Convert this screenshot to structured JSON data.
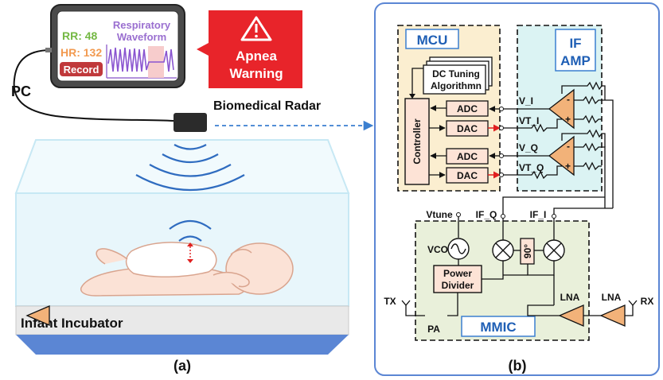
{
  "colors": {
    "mcu_fill": "#fbeed0",
    "if_amp_fill": "#dbf3f3",
    "mmic_fill": "#e9f0da",
    "amp_triangle": "#f2b279",
    "block_fill": "#fde3d6",
    "warning_red": "#e8242a",
    "rr_green": "#74b843",
    "hr_orange": "#f29a50",
    "record_red": "#c0393b",
    "waveform_purple": "#9a6fd0",
    "arrow_blue": "#3b7fd0",
    "wave_blue": "#2f6cc0",
    "incubator_blue": "#5b86d4",
    "red_arrow": "#e02020"
  },
  "panel_a": {
    "pc_label": "PC",
    "monitor": {
      "rr_label": "RR: 48",
      "hr_label": "HR: 132",
      "record_label": "Record",
      "waveform_line1": "Respiratory",
      "waveform_line2": "Waveform"
    },
    "warning": {
      "icon": "warning-triangle-icon",
      "line1": "Apnea",
      "line2": "Warning"
    },
    "radar_label": "Biomedical Radar",
    "incubator_label": "Infant Incubator",
    "caption": "(a)"
  },
  "panel_b": {
    "mcu_title": "MCU",
    "if_amp_line1": "IF",
    "if_amp_line2": "AMP",
    "dc_tuning_line1": "DC Tuning",
    "dc_tuning_line2": "Algorithmn",
    "controller": "Controller",
    "adc": "ADC",
    "dac": "DAC",
    "v_i": "V_I",
    "vt_i": "VT_I",
    "v_q": "V_Q",
    "vt_q": "VT_Q",
    "vtune": "Vtune",
    "if_q": "IF_Q",
    "if_i": "IF_I",
    "vco": "VCO",
    "phase_shift": "90°",
    "power_divider_line1": "Power",
    "power_divider_line2": "Divider",
    "lna_1": "LNA",
    "lna_2": "LNA",
    "tx": "TX",
    "rx": "RX",
    "pa": "PA",
    "mmic_title": "MMIC",
    "caption": "(b)"
  }
}
